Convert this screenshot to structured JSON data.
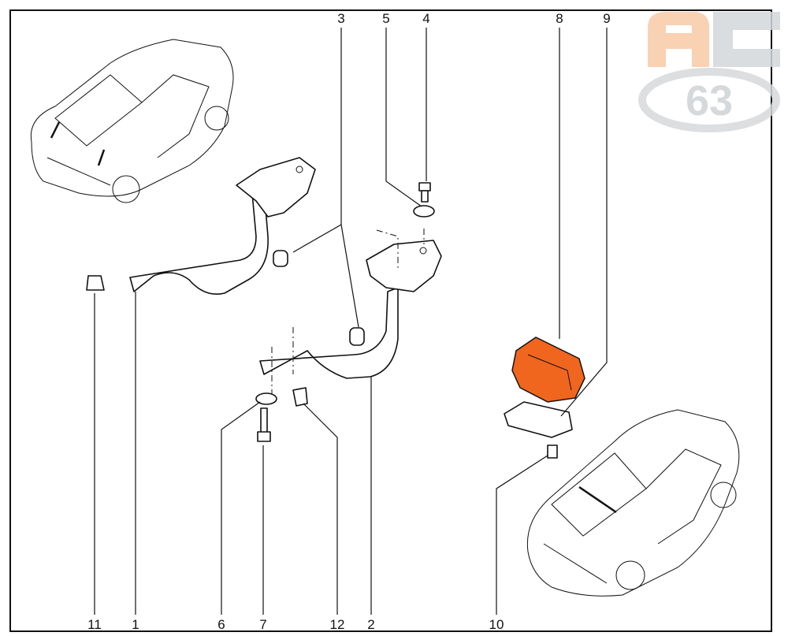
{
  "diagram": {
    "title": "Rear luggage-compartment lid hinges parts diagram",
    "callouts": [
      "1",
      "2",
      "3",
      "4",
      "5",
      "6",
      "7",
      "8",
      "9",
      "10",
      "11",
      "12"
    ],
    "highlight_color": "#f0661e",
    "watermark": {
      "letters": "AC",
      "number": "63",
      "colors": [
        "#f8c9a6",
        "#cfd4d6"
      ]
    }
  }
}
